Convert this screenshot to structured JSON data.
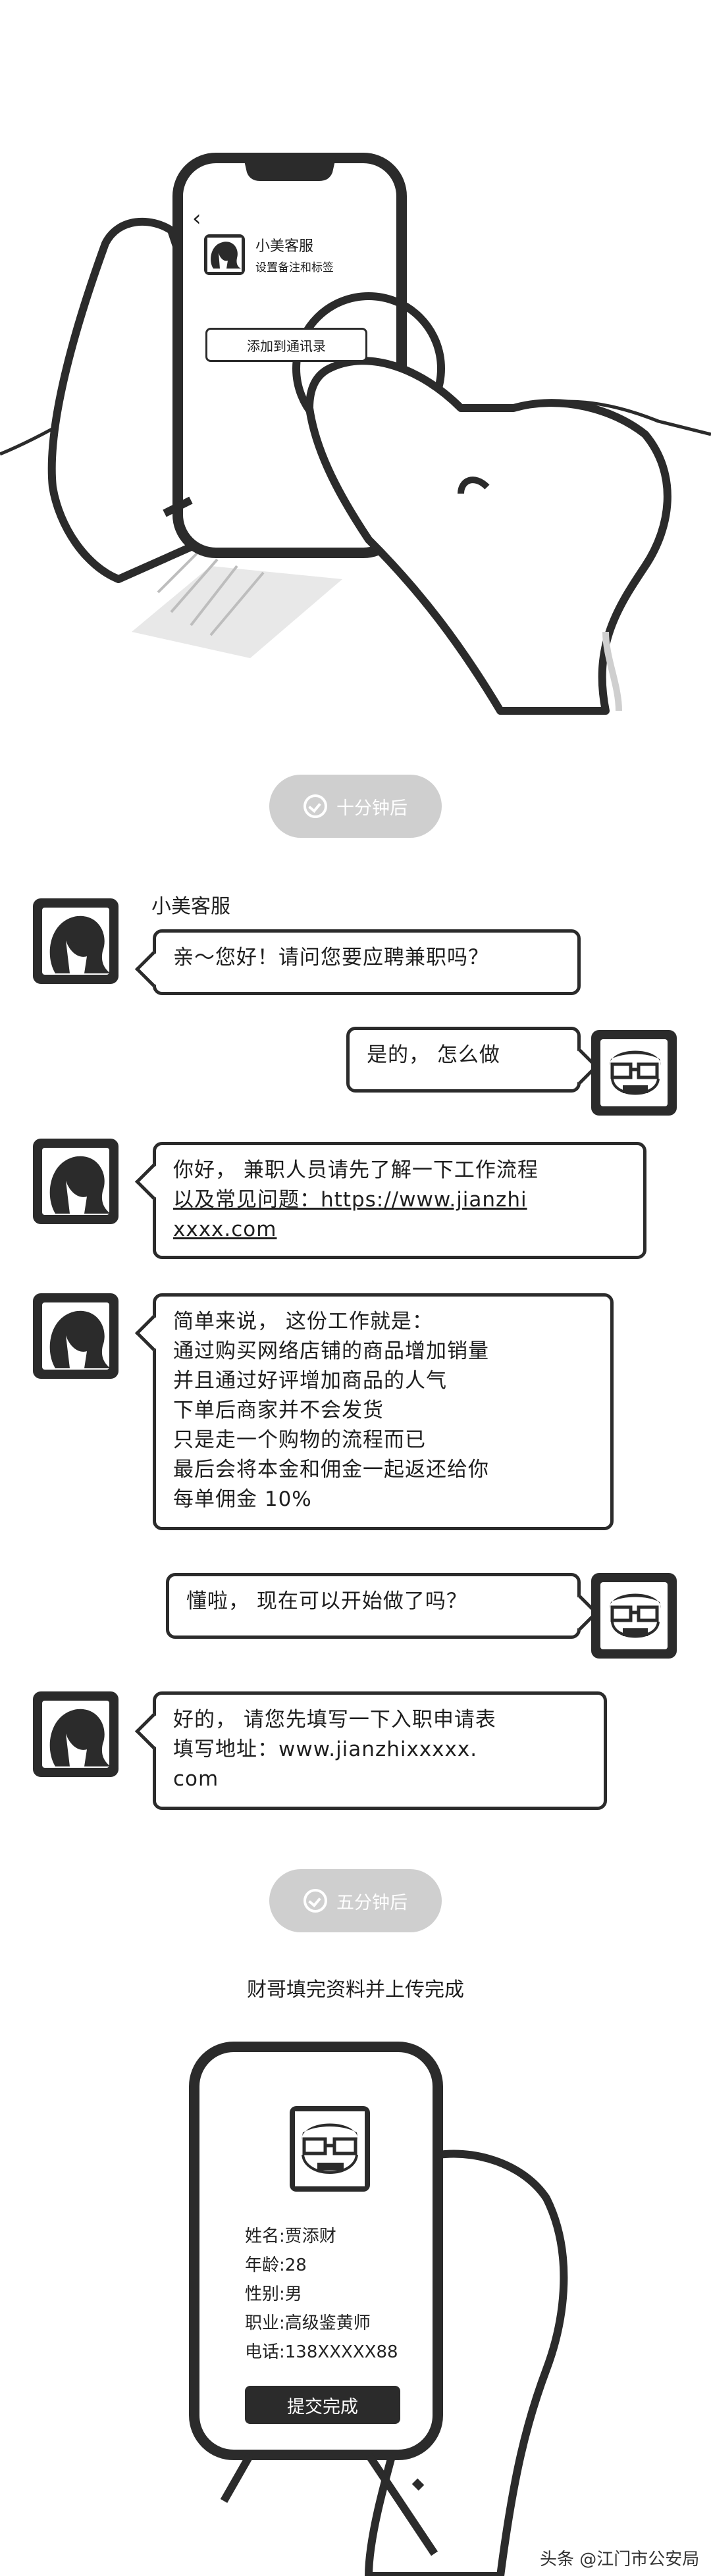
{
  "top_phone": {
    "back_symbol": "‹",
    "contact_name": "小美客服",
    "contact_sub": "设置备注和标签",
    "add_button": "添加到通讯录"
  },
  "timer1": "十分钟后",
  "chat": {
    "sender_name": "小美客服",
    "messages": [
      {
        "from": "service",
        "lines": [
          "亲～您好！请问您要应聘兼职吗？"
        ]
      },
      {
        "from": "user",
        "lines": [
          "是的， 怎么做"
        ]
      },
      {
        "from": "service",
        "lines": [
          "你好， 兼职人员请先了解一下工作流程",
          "以及常见问题：https://www.jianzhi",
          "xxxx.com"
        ]
      },
      {
        "from": "service",
        "lines": [
          "简单来说， 这份工作就是：",
          "通过购买网络店铺的商品增加销量",
          "并且通过好评增加商品的人气",
          "下单后商家并不会发货",
          "只是走一个购物的流程而已",
          "最后会将本金和佣金一起返还给你",
          "每单佣金 10%"
        ]
      },
      {
        "from": "user",
        "lines": [
          "懂啦， 现在可以开始做了吗？"
        ]
      },
      {
        "from": "service",
        "lines": [
          "好的， 请您先填写一下入职申请表",
          "填写地址：www.jianzhixxxxx.",
          "com"
        ]
      }
    ]
  },
  "timer2": "五分钟后",
  "caption": "财哥填完资料并上传完成",
  "form": {
    "rows": [
      "姓名:贾添财",
      "年龄:28",
      "性别:男",
      "职业:高级鉴黄师",
      "电话:138XXXXX88"
    ],
    "submit": "提交完成"
  },
  "watermark": "头条 @江门市公安局"
}
